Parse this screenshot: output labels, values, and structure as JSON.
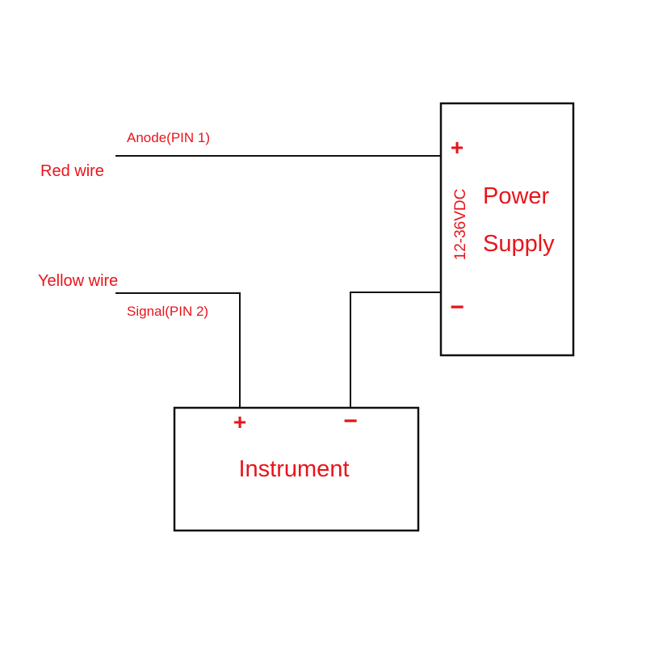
{
  "colors": {
    "label": "#e8141b",
    "line": "#111111",
    "background": "#ffffff"
  },
  "labels": {
    "anode_pin": "Anode(PIN 1)",
    "red_wire": "Red wire",
    "yellow_wire": "Yellow wire",
    "signal_pin": "Signal(PIN 2)"
  },
  "power_supply": {
    "plus": "+",
    "minus": "−",
    "voltage": "12-36VDC",
    "title_line1": "Power",
    "title_line2": "Supply"
  },
  "instrument": {
    "plus": "+",
    "minus": "−",
    "title": "Instrument"
  }
}
